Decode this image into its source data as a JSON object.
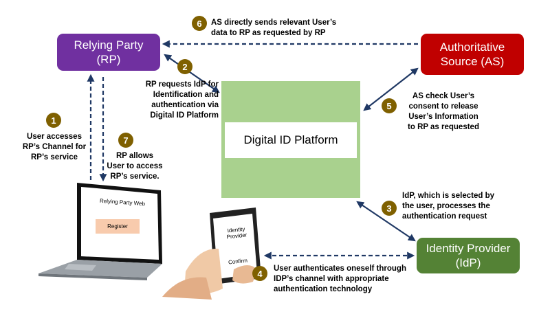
{
  "nodes": {
    "rp": "Relying Party\n(RP)",
    "as": "Authoritative\nSource (AS)",
    "idp": "Identity Provider\n(IdP)",
    "platform": "Digital ID Platform"
  },
  "steps": [
    {
      "num": "1",
      "text": "User accesses\nRP’s Channel for\nRP’s service"
    },
    {
      "num": "2",
      "text": "RP requests IdP for\nIdentification and\nauthentication via\nDigital ID Platform"
    },
    {
      "num": "3",
      "text": "IdP,  which is selected by\nthe user, processes the\nauthentication request"
    },
    {
      "num": "4",
      "text": "User authenticates oneself through\nIDP’s channel with appropriate\nauthentication technology"
    },
    {
      "num": "5",
      "text": "AS check User’s\nconsent to release\nUser’s Information\nto RP as requested"
    },
    {
      "num": "6",
      "text": "AS directly sends relevant User’s\ndata to RP as requested by RP"
    },
    {
      "num": "7",
      "text": "RP allows\nUser to access\nRP’s service."
    }
  ],
  "laptop": {
    "title": "Relying Party Web",
    "button": "Register"
  },
  "phone": {
    "title": "Identity\nProvider",
    "button": "Confirm"
  },
  "colors": {
    "rp": "#7030a0",
    "as": "#c00000",
    "idp": "#548235",
    "platform": "#a9d18e",
    "arrow": "#1f3864",
    "badge": "#7f6000"
  }
}
